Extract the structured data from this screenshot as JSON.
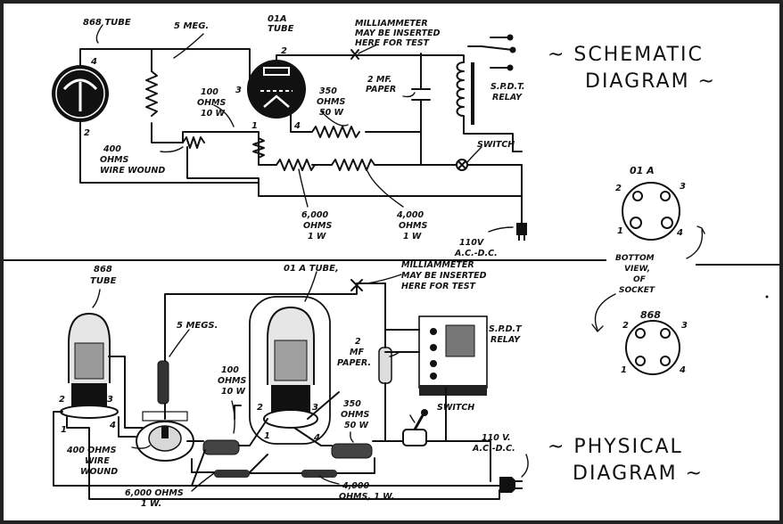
{
  "schematic": {
    "heading_line1": "~ SCHEMATIC",
    "heading_line2": "DIAGRAM ~",
    "tube_868": "868 TUBE",
    "meg5": "5 MEG.",
    "tube_01a_l1": "01A",
    "tube_01a_l2": "TUBE",
    "milliammeter_l1": "MILLIAMMETER",
    "milliammeter_l2": "MAY BE INSERTED",
    "milliammeter_l3": "HERE FOR TEST",
    "cap_l1": "2 MF.",
    "cap_l2": "PAPER",
    "relay_l1": "S.P.D.T.",
    "relay_l2": "RELAY",
    "r100_l1": "100",
    "r100_l2": "OHMS",
    "r100_l3": "10 W",
    "r350_l1": "350",
    "r350_l2": "OHMS",
    "r350_l3": "50 W",
    "r400_l1": "400",
    "r400_l2": "OHMS",
    "r400_l3": "WIRE WOUND",
    "switch": "SWITCH",
    "r6000_l1": "6,000",
    "r6000_l2": "OHMS",
    "r6000_l3": "1 W",
    "r4000_l1": "4,000",
    "r4000_l2": "OHMS",
    "r4000_l3": "1 W",
    "supply_l1": "110V",
    "supply_l2": "A.C.-D.C.",
    "pin2": "2",
    "pin3": "3",
    "pin4": "4",
    "pin1": "1"
  },
  "sockets": {
    "top_label": "01 A",
    "bottom_label": "868",
    "view_l1": "BOTTOM",
    "view_l2": "VIEW,",
    "view_l3": "OF",
    "view_l4": "SOCKET",
    "p1": "1",
    "p2": "2",
    "p3": "3",
    "p4": "4"
  },
  "physical": {
    "heading_line1": "~ PHYSICAL",
    "heading_line2": "DIAGRAM ~",
    "tube_868_l1": "868",
    "tube_868_l2": "TUBE",
    "tube_01a": "01 A TUBE,",
    "milliammeter_l1": "MILLIAMMETER",
    "milliammeter_l2": "MAY BE INSERTED",
    "milliammeter_l3": "HERE FOR TEST",
    "megs5": "5 MEGS.",
    "relay_l1": "S.P.D.T",
    "relay_l2": "RELAY",
    "cap_l1": "2",
    "cap_l2": "MF",
    "cap_l3": "PAPER.",
    "r100_l1": "100",
    "r100_l2": "OHMS",
    "r100_l3": "10 W",
    "r350_l1": "350",
    "r350_l2": "OHMS",
    "r350_l3": "50 W",
    "switch": "SWITCH",
    "supply_l1": "110 V.",
    "supply_l2": "A.C.-D.C.",
    "r400_l1": "400 OHMS",
    "r400_l2": "WIRE",
    "r400_l3": "WOUND",
    "r6000_l1": "6,000 OHMS",
    "r6000_l2": "1 W.",
    "r4000_l1": "4,000",
    "r4000_l2": "OHMS, 1 W."
  }
}
